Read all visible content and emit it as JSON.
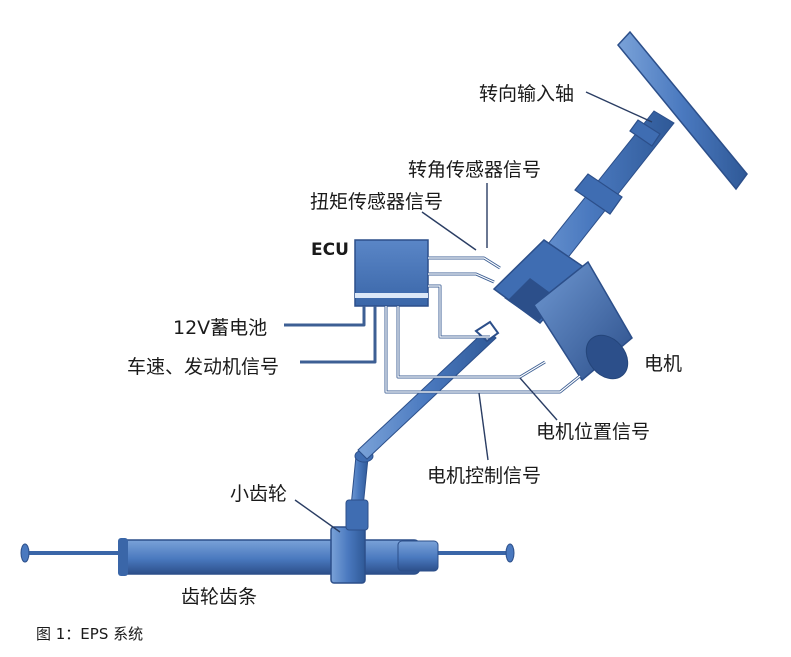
{
  "labels": {
    "steering_input_shaft": "转向输入轴",
    "angle_sensor_signal": "转角传感器信号",
    "torque_sensor_signal": "扭矩传感器信号",
    "ecu": "ECU",
    "battery_12v": "12V蓄电池",
    "vehicle_engine_signal": "车速、发动机信号",
    "motor": "电机",
    "motor_position_signal": "电机位置信号",
    "motor_control_signal": "电机控制信号",
    "pinion": "小齿轮",
    "rack_and_pinion": "齿轮齿条"
  },
  "caption": "图 1：EPS 系统",
  "colors": {
    "part_fill": "#4a79bf",
    "part_dark": "#2c4f8a",
    "part_light": "#a9c4ea",
    "wire": "#3d5f94",
    "text": "#1a1a1a"
  }
}
